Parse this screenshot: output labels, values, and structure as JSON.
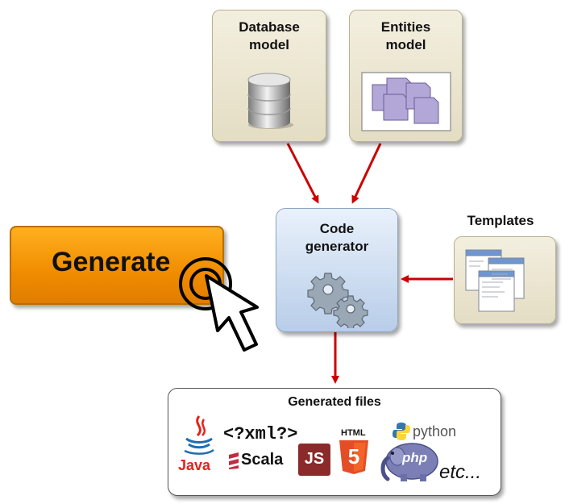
{
  "boxes": {
    "database_model": {
      "line1": "Database",
      "line2": "model"
    },
    "entities_model": {
      "line1": "Entities",
      "line2": "model"
    },
    "code_generator": {
      "line1": "Code",
      "line2": "generator"
    },
    "templates": {
      "label": "Templates"
    },
    "generate_button": {
      "label": "Generate"
    },
    "generated_files": {
      "title": "Generated files"
    }
  },
  "logos": {
    "java": "Java",
    "xml": "<?xml?>",
    "scala": "Scala",
    "js": "JS",
    "html": "HTML",
    "html_digit": "5",
    "python": "python",
    "php": "php",
    "etc": "etc..."
  },
  "colors": {
    "arrow": "#cc0000",
    "generate_fill": "#f39500",
    "generator_fill": "#c9daf0",
    "beige_fill": "#ebe5cf"
  }
}
